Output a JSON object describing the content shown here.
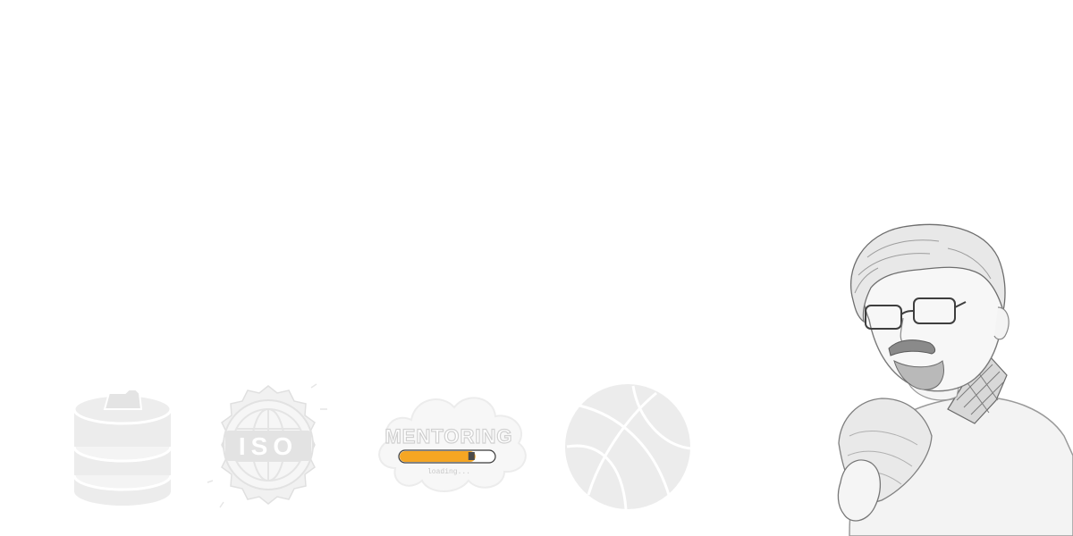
{
  "icons": {
    "database": "database-icon",
    "iso": "iso-badge-icon",
    "mentoring": "mentoring-cloud-icon",
    "basketball": "basketball-icon"
  },
  "iso_badge": {
    "label": "ISO"
  },
  "mentoring": {
    "label": "MENTORING",
    "loading_text": "loading...",
    "progress": 0.8
  },
  "portrait": {
    "subject": "sketch-portrait"
  },
  "colors": {
    "background": "#ffffff",
    "icon_gray": "#ededed",
    "icon_outline": "#e2e2e2",
    "accent_orange": "#f5a623"
  }
}
